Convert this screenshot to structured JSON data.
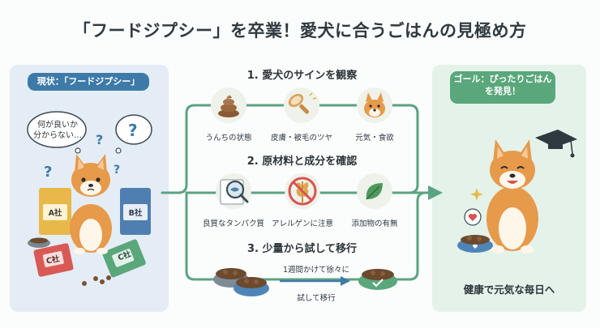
{
  "title": "「フードジプシー」を卒業！愛犬に合うごはんの見極め方",
  "left": {
    "label": "現状：「フードジプシー」",
    "bubble": "何が良いか\n分からない…",
    "bags": [
      "A社",
      "B社",
      "C社",
      "C社"
    ]
  },
  "steps": [
    {
      "title": "1. 愛犬のサインを観察",
      "items": [
        {
          "label": "うんちの状態",
          "icon": "poop-icon"
        },
        {
          "label": "皮膚・被毛のツヤ",
          "icon": "brush-icon"
        },
        {
          "label": "元気・食欲",
          "icon": "happy-dog-icon"
        }
      ]
    },
    {
      "title": "2. 原材料と成分を確認",
      "items": [
        {
          "label": "良質なタンパク質",
          "icon": "magnify-fish-icon"
        },
        {
          "label": "アレルゲンに注意",
          "icon": "no-wheat-icon"
        },
        {
          "label": "添加物の有無",
          "icon": "leaf-icon"
        }
      ]
    },
    {
      "title": "3. 少量から試して移行",
      "note_line1": "1週間かけて徐々に",
      "note_line2": "試して移行"
    }
  ],
  "right": {
    "label_line1": "ゴール：ぴったりごはん",
    "label_line2": "を発見！",
    "caption": "健康で元気な毎日へ"
  },
  "colors": {
    "flow": "#5ba383",
    "left_panel": "#e4edf5",
    "right_panel": "#e4f2ea",
    "left_pill": "#3e7aa8",
    "right_pill": "#5aa77c",
    "dog": "#e69a4a"
  }
}
